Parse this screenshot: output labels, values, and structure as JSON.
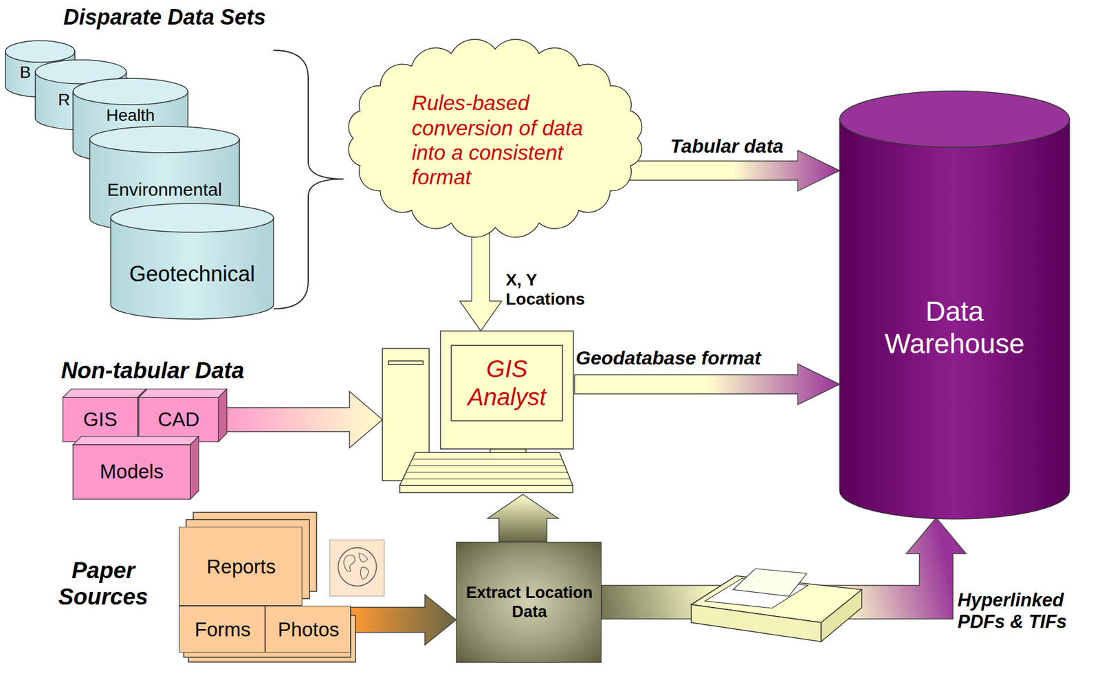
{
  "diagram": {
    "nodes": [
      {
        "text": [
          "B"
        ]
      },
      {
        "text": [
          "R"
        ]
      },
      {
        "text": [
          "Health"
        ]
      },
      {
        "text": [
          "Environmental"
        ]
      },
      {
        "text": [
          "Geotechnical"
        ]
      },
      {
        "text": [
          "Rules-based conversion of data into a consistent format"
        ]
      },
      {
        "text": [
          "Data Warehouse"
        ]
      },
      {
        "text": [
          "GIS Analyst"
        ]
      },
      {
        "text": [
          "GIS"
        ]
      },
      {
        "text": [
          "CAD"
        ]
      },
      {
        "text": [
          "Models"
        ]
      },
      {
        "text": [
          "Reports"
        ]
      },
      {
        "text": [
          "Forms"
        ]
      },
      {
        "text": [
          "Photos"
        ]
      },
      {
        "text": [
          "Extract Location Data"
        ]
      }
    ],
    "edges": [
      {
        "from": 5,
        "to": 6,
        "label": "Tabular data",
        "arrow": "to"
      },
      {
        "from": 5,
        "to": 7,
        "label": "X, Y Locations",
        "arrow": "to"
      },
      {
        "from": 7,
        "to": 6,
        "label": "Geodatabase format",
        "arrow": "to"
      },
      {
        "from": 9,
        "to": 7,
        "arrow": "to"
      },
      {
        "from": 13,
        "to": 14,
        "arrow": "to"
      },
      {
        "from": 14,
        "to": 7,
        "arrow": "to"
      },
      {
        "from": 14,
        "to": 6,
        "label": "Hyperlinked PDFs & TIFs",
        "arrow": "to"
      }
    ],
    "labels": [
      "Disparate Data Sets",
      "Non-tabular Data",
      "Paper Sources"
    ]
  }
}
